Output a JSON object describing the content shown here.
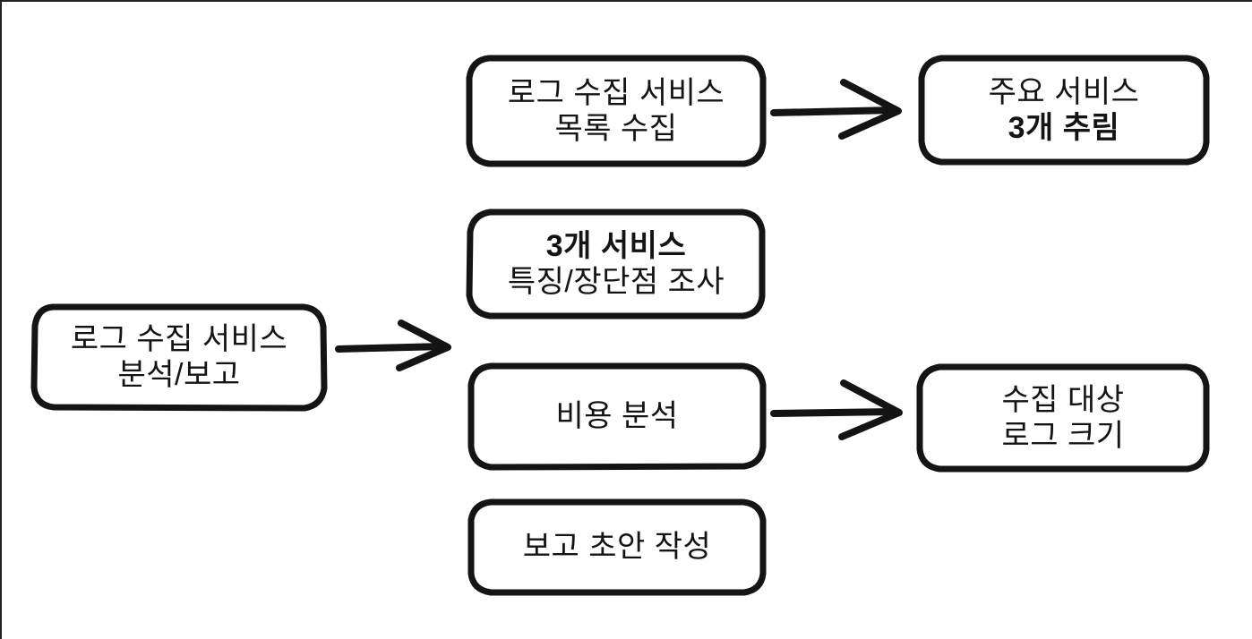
{
  "diagram": {
    "title": "로그 수집 서비스 분석/보고",
    "stroke_color": "#141414",
    "background_color": "#ffffff",
    "edge_frame_color": "#232323",
    "style": "hand-drawn",
    "nodes": [
      {
        "id": "root",
        "name": "root-task",
        "lines": [
          "로그 수집 서비스",
          "분석/보고"
        ],
        "emphasis": [
          false,
          false
        ]
      },
      {
        "id": "collect",
        "name": "collect-service-list",
        "lines": [
          "로그 수집 서비스",
          "목록 수집"
        ],
        "emphasis": [
          false,
          false
        ]
      },
      {
        "id": "survey",
        "name": "survey-three-services",
        "lines": [
          "3개 서비스",
          "특징/장단점 조사"
        ],
        "emphasis": [
          true,
          false
        ]
      },
      {
        "id": "cost",
        "name": "cost-analysis",
        "lines": [
          "비용 분석"
        ],
        "emphasis": [
          false
        ]
      },
      {
        "id": "draft",
        "name": "report-draft",
        "lines": [
          "보고 초안 작성"
        ],
        "emphasis": [
          false
        ]
      },
      {
        "id": "top3",
        "name": "pick-top-three",
        "lines": [
          "주요 서비스",
          "3개 추림"
        ],
        "emphasis": [
          false,
          true
        ]
      },
      {
        "id": "logsize",
        "name": "target-log-size",
        "lines": [
          "수집 대상",
          "로그 크기"
        ],
        "emphasis": [
          false,
          false
        ]
      }
    ],
    "arrows": [
      {
        "id": "root-branch",
        "name": "arrow-root-to-branches",
        "from": "root",
        "to": "collect/survey/cost/draft"
      },
      {
        "id": "collect-top3",
        "name": "arrow-collect-to-top3",
        "from": "collect",
        "to": "top3"
      },
      {
        "id": "cost-logsize",
        "name": "arrow-cost-to-logsize",
        "from": "cost",
        "to": "logsize"
      }
    ]
  }
}
